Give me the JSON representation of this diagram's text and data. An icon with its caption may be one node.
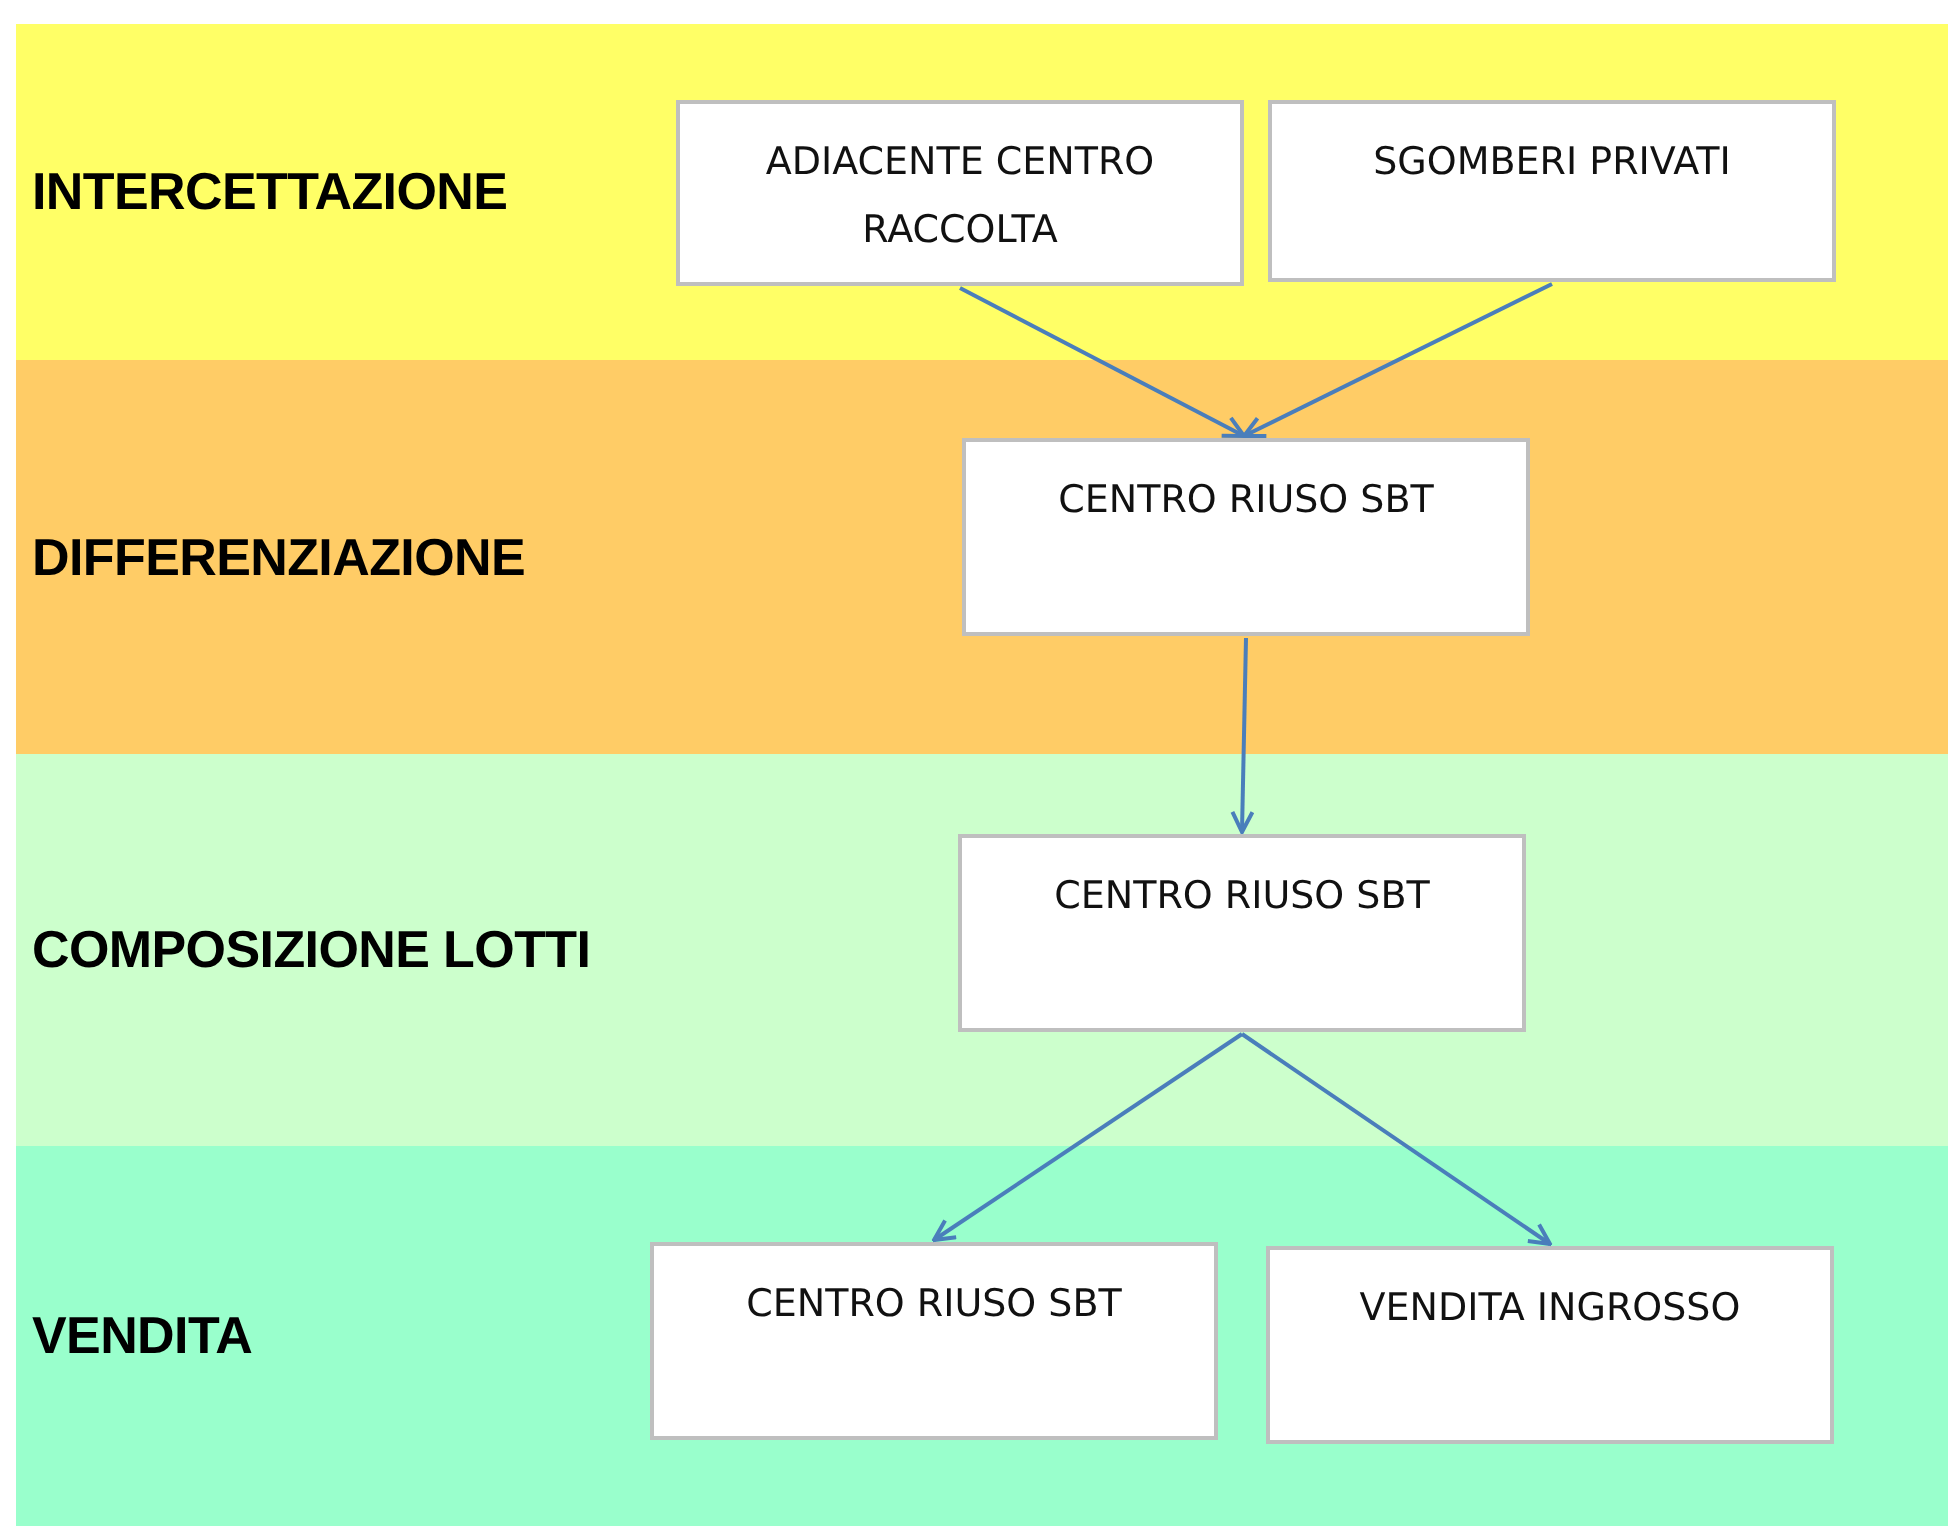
{
  "diagram": {
    "nodes": [
      {
        "text": [
          "INTERCETTAZIONE"
        ]
      },
      {
        "text": [
          "ADIACENTE CENTRO RACCOLTA"
        ],
        "in": 0
      },
      {
        "text": [
          "SGOMBERI PRIVATI"
        ],
        "in": 0
      },
      {
        "text": [
          "DIFFERENZIAZIONE"
        ]
      },
      {
        "text": [
          "CENTRO RIUSO SBT"
        ],
        "in": 3
      },
      {
        "text": [
          "COMPOSIZIONE LOTTI"
        ]
      },
      {
        "text": [
          "CENTRO RIUSO SBT"
        ],
        "in": 5
      },
      {
        "text": [
          "VENDITA"
        ]
      },
      {
        "text": [
          "CENTRO RIUSO SBT"
        ],
        "in": 7
      },
      {
        "text": [
          "VENDITA INGROSSO"
        ],
        "in": 7
      }
    ],
    "edges": [
      {
        "from": 1,
        "to": 4,
        "arrow": "to"
      },
      {
        "from": 2,
        "to": 4,
        "arrow": "to"
      },
      {
        "from": 4,
        "to": 6,
        "arrow": "to"
      },
      {
        "from": 6,
        "to": 8,
        "arrow": "to"
      },
      {
        "from": 6,
        "to": 9,
        "arrow": "to"
      }
    ]
  }
}
